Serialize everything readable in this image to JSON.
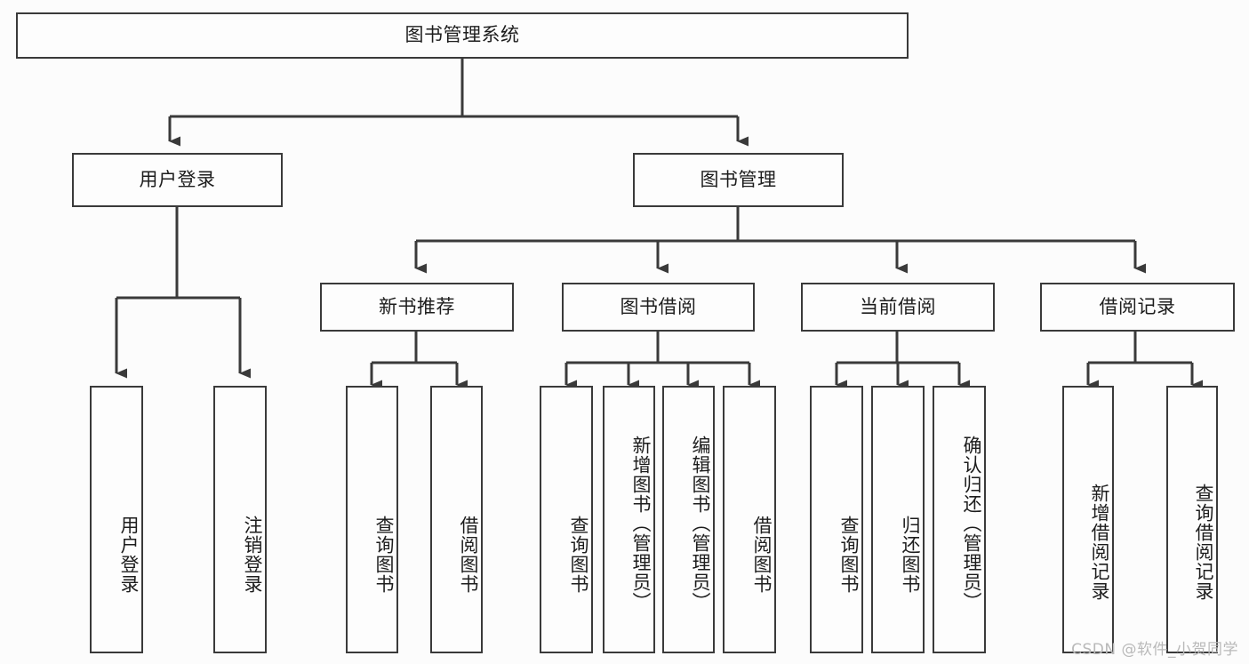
{
  "diagram": {
    "type": "tree-hierarchy",
    "title": "图书管理系统",
    "watermark": "CSDN @软件_小贺同学",
    "colors": {
      "background": "#fcfcfc",
      "box_fill": "#fdfdfd",
      "line": "#3a3a3a",
      "text": "#1d1d1d",
      "watermark": "#b9b9b9"
    },
    "nodes": {
      "root": {
        "label": "图书管理系统",
        "level": 0,
        "orientation": "horizontal"
      },
      "l1_user_login": {
        "label": "用户登录",
        "level": 1,
        "orientation": "horizontal"
      },
      "l1_book_mgmt": {
        "label": "图书管理",
        "level": 1,
        "orientation": "horizontal"
      },
      "l2_new_book_rec": {
        "label": "新书推荐",
        "level": 2,
        "orientation": "horizontal"
      },
      "l2_book_borrow": {
        "label": "图书借阅",
        "level": 2,
        "orientation": "horizontal"
      },
      "l2_current_borrow": {
        "label": "当前借阅",
        "level": 2,
        "orientation": "horizontal"
      },
      "l2_borrow_record": {
        "label": "借阅记录",
        "level": 2,
        "orientation": "horizontal"
      },
      "leaf_user_login": {
        "label": "用户登录",
        "level": 2,
        "orientation": "vertical",
        "parent": "用户登录"
      },
      "leaf_logout": {
        "label": "注销登录",
        "level": 2,
        "orientation": "vertical",
        "parent": "用户登录"
      },
      "leaf_rec_query": {
        "label": "查询图书",
        "level": 3,
        "orientation": "vertical",
        "parent": "新书推荐"
      },
      "leaf_rec_borrow": {
        "label": "借阅图书",
        "level": 3,
        "orientation": "vertical",
        "parent": "新书推荐"
      },
      "leaf_borrow_query": {
        "label": "查询图书",
        "level": 3,
        "orientation": "vertical",
        "parent": "图书借阅"
      },
      "leaf_borrow_add": {
        "label": "新增图书（管理员）",
        "level": 3,
        "orientation": "vertical",
        "parent": "图书借阅"
      },
      "leaf_borrow_edit": {
        "label": "编辑图书（管理员）",
        "level": 3,
        "orientation": "vertical",
        "parent": "图书借阅"
      },
      "leaf_borrow_do": {
        "label": "借阅图书",
        "level": 3,
        "orientation": "vertical",
        "parent": "图书借阅"
      },
      "leaf_cur_query": {
        "label": "查询图书",
        "level": 3,
        "orientation": "vertical",
        "parent": "当前借阅"
      },
      "leaf_cur_return": {
        "label": "归还图书",
        "level": 3,
        "orientation": "vertical",
        "parent": "当前借阅"
      },
      "leaf_cur_confirm": {
        "label": "确认归还（管理员）",
        "level": 3,
        "orientation": "vertical",
        "parent": "当前借阅"
      },
      "leaf_rec_add": {
        "label": "新增借阅记录",
        "level": 3,
        "orientation": "vertical",
        "parent": "借阅记录"
      },
      "leaf_rec_search": {
        "label": "查询借阅记录",
        "level": 3,
        "orientation": "vertical",
        "parent": "借阅记录"
      }
    }
  }
}
